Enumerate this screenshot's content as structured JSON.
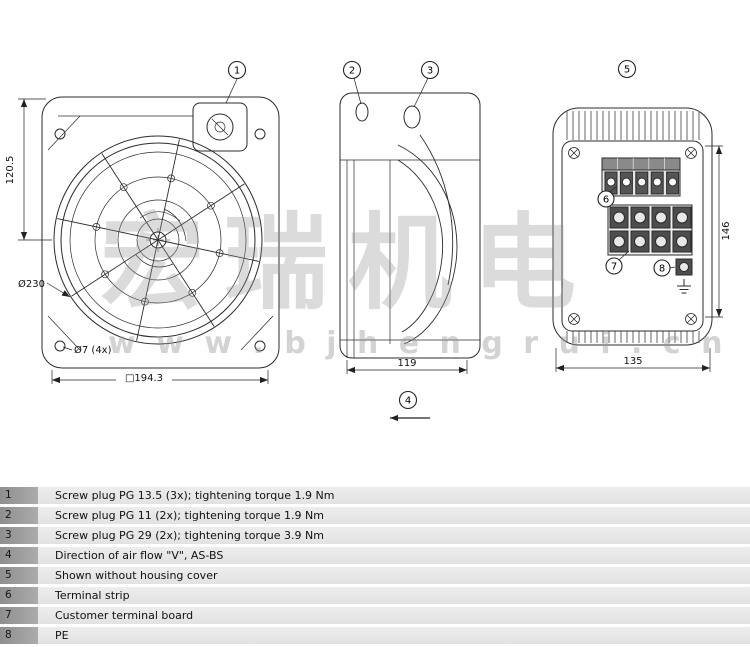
{
  "watermark": {
    "chinese": "宏瑞机电",
    "url": "w w w . b j h e n g r u i . c n"
  },
  "drawing": {
    "callouts": {
      "c1": "1",
      "c2": "2",
      "c3": "3",
      "c4": "4",
      "c5": "5",
      "c6": "6",
      "c7": "7",
      "c8": "8"
    },
    "front": {
      "height": "120.5",
      "diameter": "Ø230",
      "holes": "Ø7 (4x)",
      "square": "□194.3"
    },
    "side": {
      "depth": "119"
    },
    "back": {
      "height": "146",
      "width": "135"
    }
  },
  "legend": {
    "rows": [
      {
        "num": "1",
        "text": "Screw plug PG 13.5 (3x); tightening torque 1.9 Nm"
      },
      {
        "num": "2",
        "text": "Screw plug PG 11 (2x); tightening torque 1.9 Nm"
      },
      {
        "num": "3",
        "text": "Screw plug PG 29 (2x); tightening torque 3.9 Nm"
      },
      {
        "num": "4",
        "text": "Direction of air flow \"V\", AS-BS"
      },
      {
        "num": "5",
        "text": "Shown without housing cover"
      },
      {
        "num": "6",
        "text": "Terminal strip"
      },
      {
        "num": "7",
        "text": "Customer terminal board"
      },
      {
        "num": "8",
        "text": "PE"
      }
    ]
  }
}
